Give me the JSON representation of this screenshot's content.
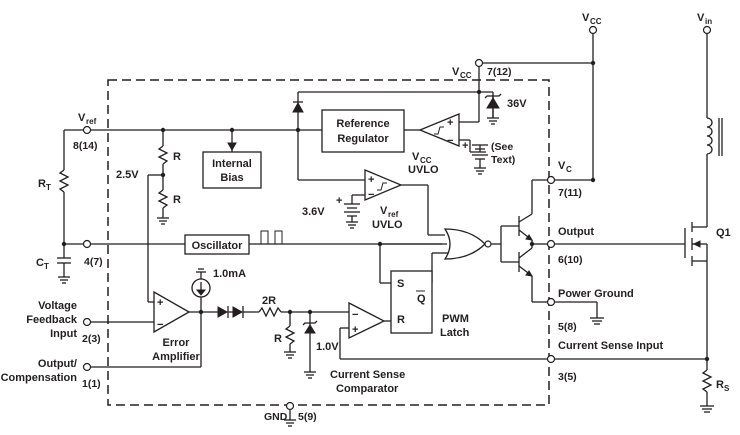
{
  "pins": {
    "vcc_top": "V",
    "vcc_top_sub": "CC",
    "vin_top": "V",
    "vin_top_sub": "in",
    "vcc_pin": "V",
    "vcc_pin_sub": "CC",
    "vcc_pin_num": "7(12)",
    "vref": "V",
    "vref_sub": "ref",
    "vref_num": "8(14)",
    "ct_num": "4(7)",
    "vfb_l1": "Voltage",
    "vfb_l2": "Feedback",
    "vfb_l3": "Input",
    "vfb_num": "2(3)",
    "comp_l1": "Output/",
    "comp_l2": "Compensation",
    "comp_num": "1(1)",
    "gnd": "GND",
    "gnd_num": "5(9)",
    "vc": "V",
    "vc_sub": "C",
    "vc_num": "7(11)",
    "output": "Output",
    "output_num": "6(10)",
    "pgnd": "Power Ground",
    "pgnd_num": "5(8)",
    "csi": "Current Sense Input",
    "csi_num": "3(5)"
  },
  "blocks": {
    "ref_l1": "Reference",
    "ref_l2": "Regulator",
    "bias_l1": "Internal",
    "bias_l2": "Bias",
    "osc": "Oscillator",
    "sr_s": "S",
    "sr_r": "R",
    "sr_q": "Q",
    "pwm_l1": "PWM",
    "pwm_l2": "Latch",
    "ea_l1": "Error",
    "ea_l2": "Amplifier",
    "cs_l1": "Current Sense",
    "cs_l2": "Comparator",
    "uvlo_vcc": "V",
    "uvlo_vcc_sub": "CC",
    "uvlo_vcc_l2": "UVLO",
    "uvlo_vref": "V",
    "uvlo_vref_sub": "ref",
    "uvlo_vref_l2": "UVLO"
  },
  "components": {
    "rt": "R",
    "rt_sub": "T",
    "ct": "C",
    "ct_sub": "T",
    "rs": "R",
    "rs_sub": "S",
    "r1": "R",
    "r2": "R",
    "r3": "R",
    "r2r": "2R",
    "q1": "Q1",
    "z36": "36V",
    "v25": "2.5V",
    "v36": "3.6V",
    "v10": "1.0V",
    "i1ma": "1.0mA",
    "see_l1": "(See",
    "see_l2": "Text)",
    "plus": "+",
    "minus": "−"
  }
}
